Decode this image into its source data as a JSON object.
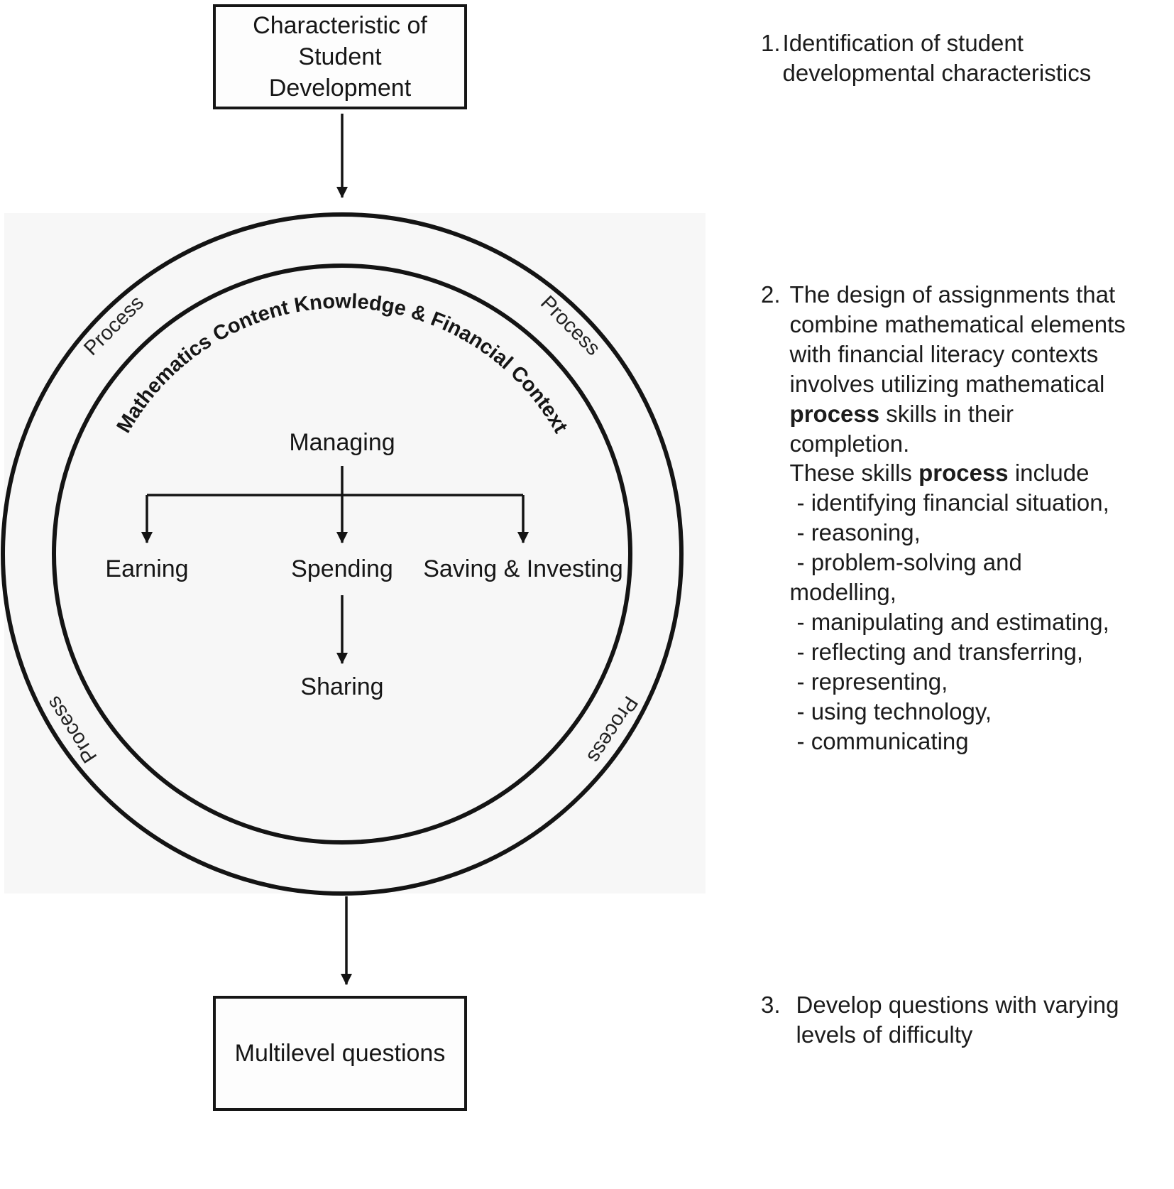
{
  "diagram": {
    "top_box": "Characteristic of Student Development",
    "bottom_box": "Multilevel questions",
    "ring_title": "Mathematics Content Knowledge  & Financial Context",
    "process_labels": [
      "Process",
      "Process",
      "Process",
      "Process"
    ],
    "center": {
      "root": "Managing",
      "children": [
        "Earning",
        "Spending",
        "Saving & Investing"
      ],
      "grandchild": "Sharing"
    }
  },
  "notes": {
    "item1": {
      "number": "1.",
      "text": "Identification of student developmental characteristics"
    },
    "item2": {
      "number": "2.",
      "text_a": "The design of assignments that combine mathematical elements with financial literacy contexts involves utilizing mathematical ",
      "bold_a": "process",
      "text_b": " skills in their completion.",
      "text_c": "These skills ",
      "bold_b": "process",
      "text_d": " include",
      "skills": [
        "- identifying financial situation,",
        "- reasoning,",
        "- problem-solving and modelling,",
        "- manipulating and estimating,",
        "- reflecting and transferring,",
        "- representing,",
        "- using technology,",
        "- communicating"
      ]
    },
    "item3": {
      "number": "3.",
      "text": "Develop questions with varying levels of difficulty"
    }
  },
  "colors": {
    "ink": "#161616",
    "bg": "#ffffff",
    "backdrop": "#f7f7f7"
  }
}
